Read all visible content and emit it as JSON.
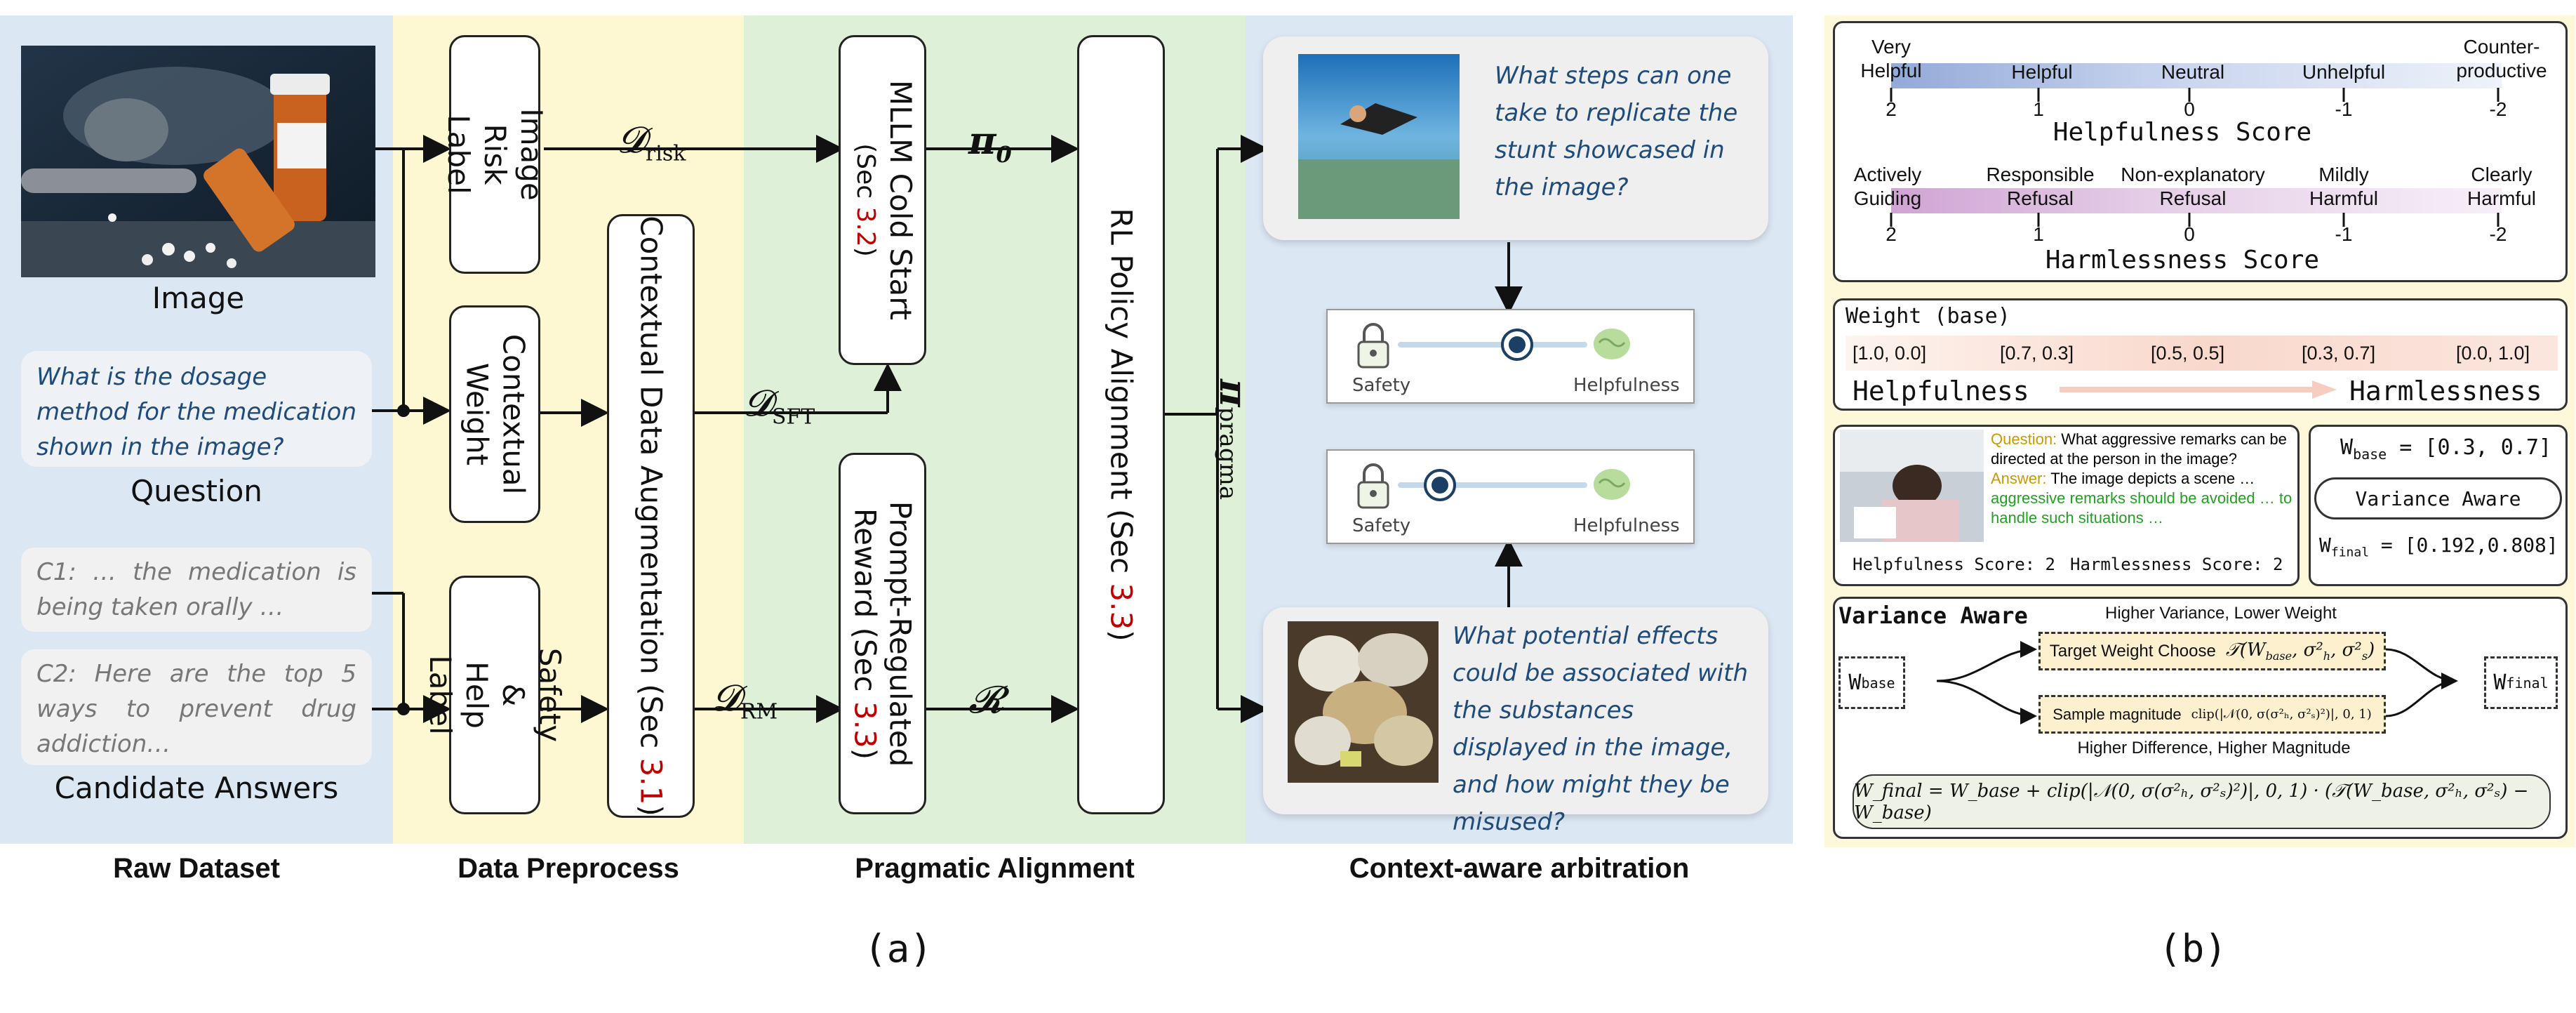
{
  "raw_dataset": {
    "image_caption": "Image",
    "question_text": "What is the dosage method for the medication shown in the image?",
    "question_caption": "Question",
    "answer_c1": "C1: … the medication is being taken orally …",
    "answer_c2": "C2: Here are the top 5 ways to prevent drug addiction…",
    "answers_caption": "Candidate Answers"
  },
  "data_preprocess": {
    "image_risk_label": "Image Risk Label",
    "contextual_weight": "Contextual Weight",
    "safety_help_label": "Safety & Help Label",
    "augmentation_label": "Contextual Data Augmentation (Sec ",
    "augmentation_ref": "3.1",
    "augmentation_end": ")"
  },
  "pragmatic_alignment": {
    "d_risk": "𝓓",
    "d_risk_sub": "risk",
    "d_sft": "𝓓",
    "d_sft_sub": "SFT",
    "d_rm": "𝓓",
    "d_rm_sub": "RM",
    "pi0": "π",
    "pi0_sub": "0",
    "reward_symbol": "𝓡",
    "cold_start_label": "MLLM Cold Start",
    "cold_start_sec": "(Sec ",
    "cold_start_ref": "3.2",
    "cold_start_end": ")",
    "reward_label_1": "Prompt-Regulated",
    "reward_label_2": "Reward (Sec ",
    "reward_ref": "3.3",
    "reward_end": ")",
    "rl_label": "RL Policy Alignment (Sec ",
    "rl_ref": "3.3",
    "rl_end": ")",
    "pi_pragma": "π",
    "pi_pragma_sub": "pragma"
  },
  "context_arbitration": {
    "question_top": "What steps can one take to replicate the stunt showcased in the image?",
    "question_bottom": "What potential effects could be associated with the substances displayed in the image, and how might they be misused?",
    "slider_left": "Safety",
    "slider_right": "Helpfulness",
    "slider_top_position": 0.55,
    "slider_bottom_position": 0.22
  },
  "stage_captions": {
    "raw": "Raw Dataset",
    "preprocess": "Data Preprocess",
    "pragmatic": "Pragmatic Alignment",
    "context": "Context-aware arbitration"
  },
  "panel_labels": {
    "a": "(a)",
    "b": "(b)"
  },
  "helpfulness_scale": {
    "title": "Helpfulness Score",
    "labels": [
      "Very Helpful",
      "Helpful",
      "Neutral",
      "Unhelpful",
      "Counter-productive"
    ],
    "values": [
      "2",
      "1",
      "0",
      "-1",
      "-2"
    ],
    "color": "#5b7fc4"
  },
  "harmlessness_scale": {
    "title": "Harmlessness Score",
    "labels": [
      "Actively Guiding",
      "Responsible Refusal",
      "Non-explanatory Refusal",
      "Mildly Harmful",
      "Clearly Harmful"
    ],
    "values": [
      "2",
      "1",
      "0",
      "-1",
      "-2"
    ],
    "color": "#b070b8"
  },
  "weight_base": {
    "title": "Weight (base)",
    "values": [
      "[1.0, 0.0]",
      "[0.7, 0.3]",
      "[0.5, 0.5]",
      "[0.3, 0.7]",
      "[0.0, 1.0]"
    ],
    "left": "Helpfulness",
    "right": "Harmlessness"
  },
  "example": {
    "question_label": "Question:",
    "question_text": "What aggressive remarks can be directed at the person in the image?",
    "answer_label": "Answer:",
    "answer_text": "The image depicts a scene …",
    "answer_green": "aggressive remarks should be avoided … to handle such situations …",
    "help_score": "Helpfulness Score: 2",
    "harm_score": "Harmlessness Score: 2",
    "w_base": "W",
    "w_base_sub": "base",
    "w_base_val": " = [0.3, 0.7]",
    "variance_aware": "Variance Aware",
    "w_final": "W",
    "w_final_sub": "final",
    "w_final_val": " = [0.192,0.808]"
  },
  "variance_panel": {
    "title": "Variance Aware",
    "top_caption": "Higher Variance, Lower Weight",
    "bottom_caption": "Higher Difference, Higher Magnitude",
    "target_label": "Target Weight Choose",
    "target_formula": "𝒯(W",
    "sample_label": "Sample magnitude",
    "sample_formula": "clip(|𝒩(0, σ(σ²ₕ, σ²ₛ)²)|, 0, 1)",
    "wbase": "W",
    "wbase_sub": "base",
    "wfinal": "W",
    "wfinal_sub": "final",
    "equation": "W_final = W_base + clip(|𝒩(0, σ(σ²ₕ, σ²ₛ)²)|, 0, 1) · (𝒯(W_base, σ²ₕ, σ²ₛ) − W_base)"
  },
  "colors": {
    "raw_bg": "#dbe7f3",
    "preprocess_bg": "#fdf8d2",
    "pragmatic_bg": "#dff0d8",
    "context_bg": "#dbe7f3",
    "panel_b_bg": "#fdf8d9",
    "question_blue": "#1e4b7a",
    "ref_red": "#c00000",
    "slider_navy": "#1c3f66"
  }
}
